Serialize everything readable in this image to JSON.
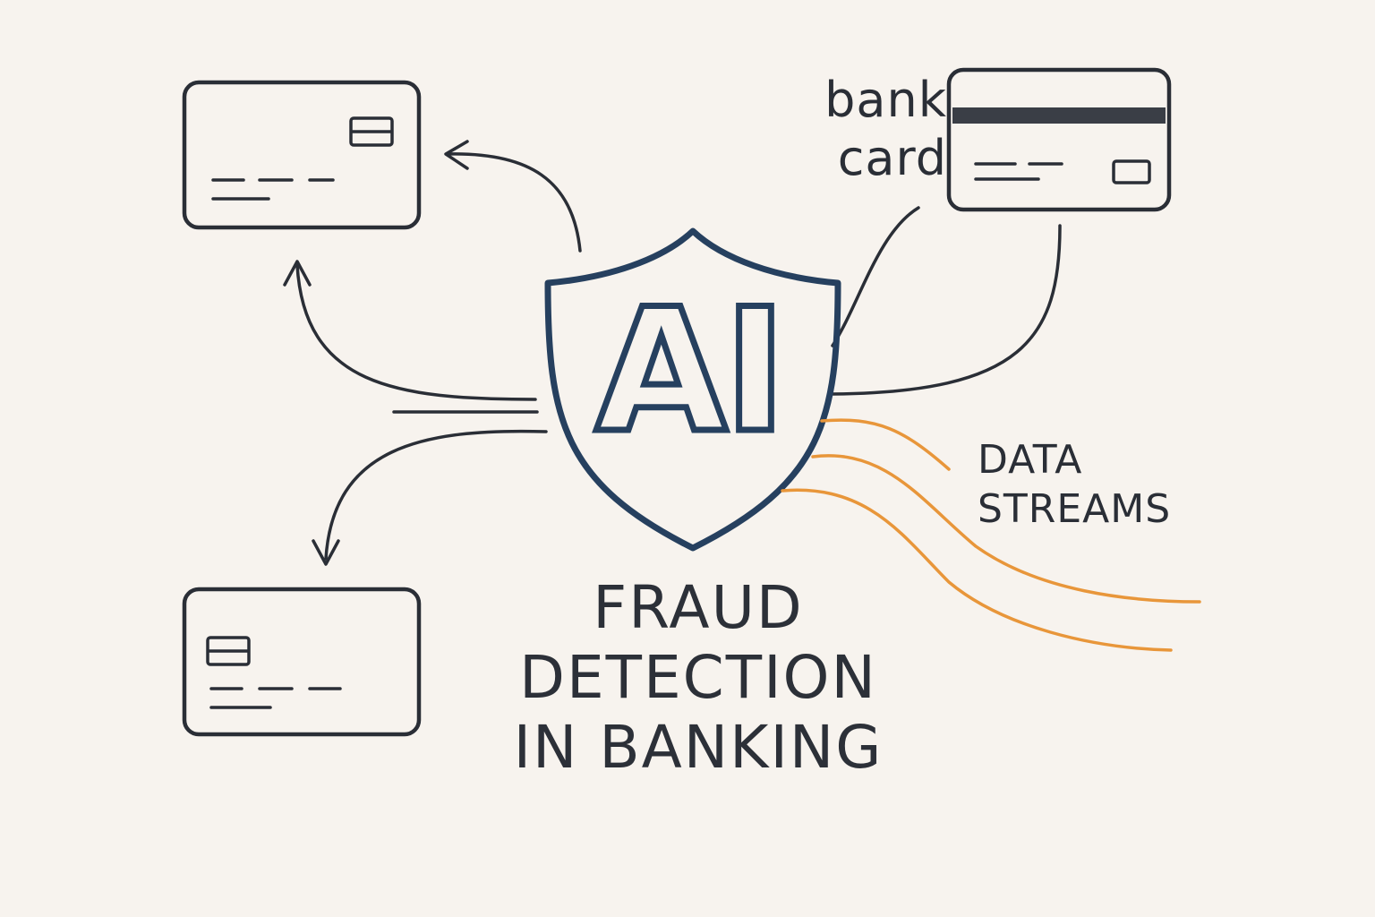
{
  "diagram": {
    "center_label": "AI",
    "bank_card_label": "bank\ncard",
    "data_streams_label": "DATA\nSTREAMS",
    "title": "FRAUD\nDETECTION\nIN BANKING"
  },
  "colors": {
    "background": "#f7f3ee",
    "ink": "#2a2e36",
    "shield": "#26405f",
    "stream": "#e8963a"
  },
  "icons": [
    "bank-card-icon",
    "shield-icon",
    "arrow-icon",
    "data-stream-icon"
  ]
}
